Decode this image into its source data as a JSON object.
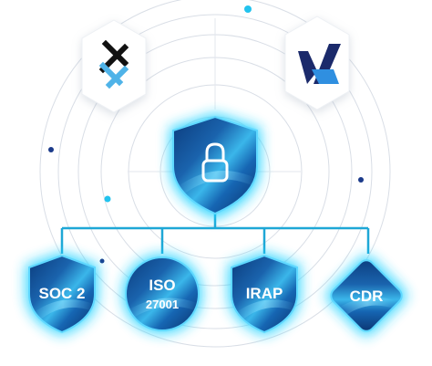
{
  "badges": {
    "soc2": "SOC 2",
    "iso_line1": "ISO",
    "iso_line2": "27001",
    "irap": "IRAP",
    "cdr": "CDR"
  },
  "icons": {
    "central": "lock-icon",
    "top_left_logo": "crossed-arrows-logo-icon",
    "top_right_logo": "blue-arrow-logo-icon"
  },
  "colors": {
    "cyan_glow": "#22d3ff",
    "badge_dark": "#0a3a78",
    "badge_mid": "#1a6fb8",
    "badge_light": "#2fb3e8",
    "connector": "#1ea7d6",
    "logo_left_black": "#111111",
    "logo_left_blue": "#4fb3e8",
    "logo_right_navy": "#1b2a6b",
    "logo_right_blue": "#2f8fe0"
  }
}
